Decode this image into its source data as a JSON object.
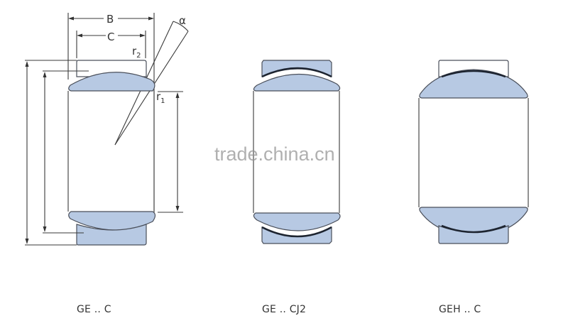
{
  "diagram": {
    "type": "spherical plain bearing dimension drawings",
    "colors": {
      "ring_fill": "#b7c9e3",
      "outline": "#4a4f5a",
      "liner": "#1d2430",
      "background": "#ffffff"
    },
    "dimension_labels": {
      "B": "B",
      "C": "C",
      "r2_main": "r",
      "r2_sub": "2",
      "r1_main": "r",
      "r1_sub": "1",
      "alpha": "α"
    },
    "bearings": [
      {
        "id": "ge-c",
        "caption": "GE .. C"
      },
      {
        "id": "ge-cj2",
        "caption": "GE .. CJ2"
      },
      {
        "id": "geh-c",
        "caption": "GEH .. C"
      }
    ],
    "watermark": "trade.china.cn"
  }
}
